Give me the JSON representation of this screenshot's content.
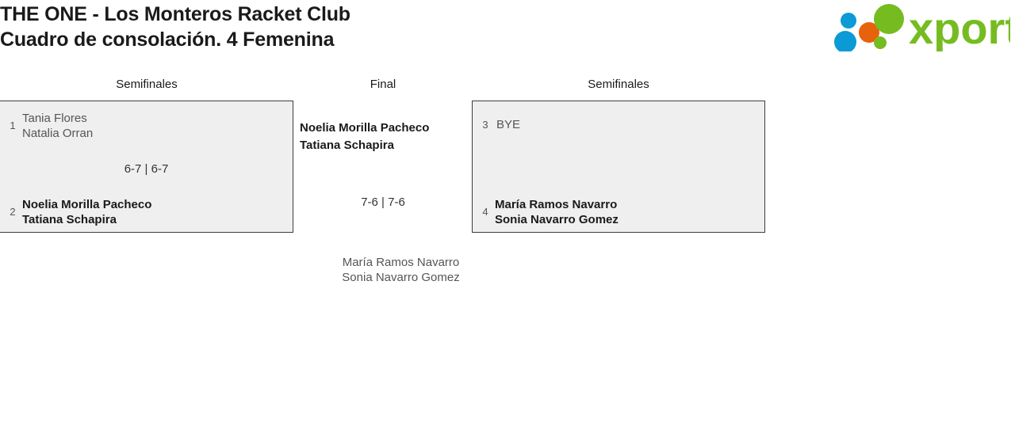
{
  "header": {
    "title_line1": "THE ONE - Los Monteros Racket Club",
    "title_line2": "Cuadro de consolación. 4 Femenina",
    "logo_text": "xporty",
    "logo_colors": {
      "green": "#76bc21",
      "blue": "#0b9ad6",
      "orange": "#e8620c"
    }
  },
  "rounds": {
    "left_label": "Semifinales",
    "final_label": "Final",
    "right_label": "Semifinales"
  },
  "bracket": {
    "semifinal_left": {
      "top": {
        "seed": "1",
        "player1": "Tania Flores",
        "player2": "Natalia Orran",
        "result": "loser"
      },
      "bottom": {
        "seed": "2",
        "player1": "Noelia Morilla Pacheco",
        "player2": "Tatiana Schapira",
        "result": "winner"
      },
      "score": "6-7 | 6-7"
    },
    "semifinal_right": {
      "top": {
        "seed": "3",
        "player1": "BYE",
        "player2": "",
        "result": "loser"
      },
      "bottom": {
        "seed": "4",
        "player1": "María Ramos Navarro",
        "player2": "Sonia Navarro Gomez",
        "result": "winner"
      },
      "score": ""
    },
    "final": {
      "winner": {
        "player1": "Noelia Morilla Pacheco",
        "player2": "Tatiana Schapira"
      },
      "score": "7-6 | 7-6",
      "runner_up": {
        "player1": "María Ramos Navarro",
        "player2": "Sonia Navarro Gomez"
      }
    }
  },
  "theme": {
    "box_fill": "#efefef",
    "box_border": "#3d3d3d",
    "winner_text": "#1a1a1a",
    "loser_text": "#555555"
  }
}
